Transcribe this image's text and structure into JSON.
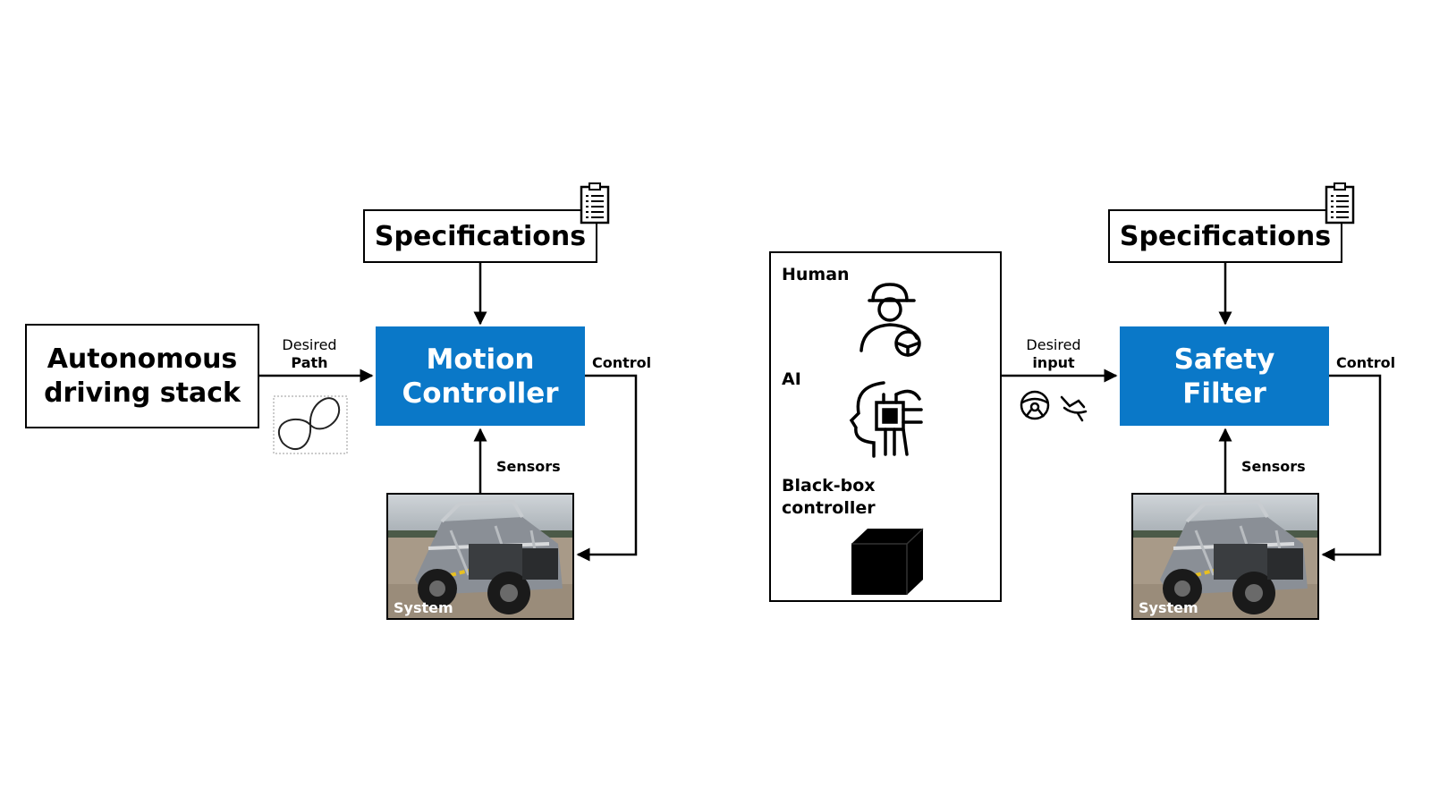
{
  "left": {
    "specifications": "Specifications",
    "source_lines": [
      "Autonomous",
      "driving stack"
    ],
    "input_label_top": "Desired",
    "input_label_bottom": "Path",
    "controller_lines": [
      "Motion",
      "Controller"
    ],
    "control_label": "Control",
    "sensors_label": "Sensors",
    "system_label": "System"
  },
  "right": {
    "specifications": "Specifications",
    "sources": {
      "human": "Human",
      "ai": "AI",
      "blackbox_lines": [
        "Black-box",
        "controller"
      ]
    },
    "input_label_top": "Desired",
    "input_label_bottom": "input",
    "controller_lines": [
      "Safety",
      "Filter"
    ],
    "control_label": "Control",
    "sensors_label": "Sensors",
    "system_label": "System"
  },
  "colors": {
    "accent_blue": "#0a78c8"
  },
  "icons": [
    "clipboard-icon",
    "human-driver-icon",
    "ai-head-icon",
    "black-box-icon",
    "steering-wheel-icon",
    "pedal-icon",
    "figure-eight-path-icon"
  ]
}
